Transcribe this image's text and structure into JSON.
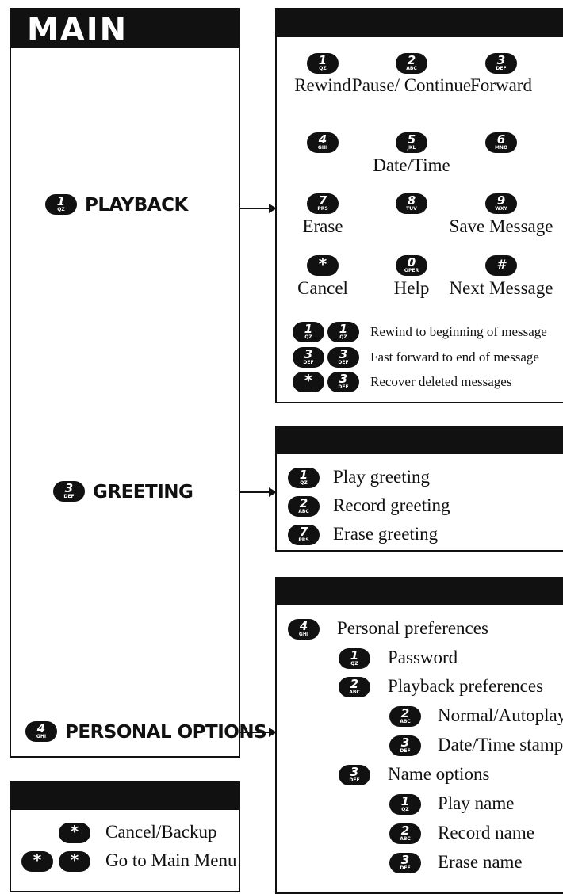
{
  "main_menu": {
    "title": "MAIN MENU",
    "items": [
      {
        "key": "1",
        "letters": "QZ",
        "label": "PLAYBACK"
      },
      {
        "key": "3",
        "letters": "DEF",
        "label": "GREETING"
      },
      {
        "key": "4",
        "letters": "GHI",
        "label": "PERSONAL OPTIONS"
      }
    ]
  },
  "playback_panel": {
    "keys": [
      {
        "key": "1",
        "letters": "QZ",
        "label": "Rewind"
      },
      {
        "key": "2",
        "letters": "ABC",
        "label": "Pause/ Continue"
      },
      {
        "key": "3",
        "letters": "DEF",
        "label": "Forward"
      },
      {
        "key": "4",
        "letters": "GHI",
        "label": ""
      },
      {
        "key": "5",
        "letters": "JKL",
        "label": "Date/Time"
      },
      {
        "key": "6",
        "letters": "MNO",
        "label": ""
      },
      {
        "key": "7",
        "letters": "PRS",
        "label": "Erase"
      },
      {
        "key": "8",
        "letters": "TUV",
        "label": ""
      },
      {
        "key": "9",
        "letters": "WXY",
        "label": "Save Message"
      },
      {
        "key": "*",
        "letters": "",
        "label": "Cancel"
      },
      {
        "key": "0",
        "letters": "OPER",
        "label": "Help"
      },
      {
        "key": "#",
        "letters": "",
        "label": "Next Message"
      }
    ],
    "combos": [
      {
        "keys": [
          {
            "key": "1",
            "letters": "QZ"
          },
          {
            "key": "1",
            "letters": "QZ"
          }
        ],
        "label": "Rewind to beginning of message"
      },
      {
        "keys": [
          {
            "key": "3",
            "letters": "DEF"
          },
          {
            "key": "3",
            "letters": "DEF"
          }
        ],
        "label": "Fast forward to end of message"
      },
      {
        "keys": [
          {
            "key": "*",
            "letters": ""
          },
          {
            "key": "3",
            "letters": "DEF"
          }
        ],
        "label": "Recover deleted messages"
      }
    ]
  },
  "greeting_panel": {
    "items": [
      {
        "key": "1",
        "letters": "QZ",
        "label": "Play greeting"
      },
      {
        "key": "2",
        "letters": "ABC",
        "label": "Record greeting"
      },
      {
        "key": "7",
        "letters": "PRS",
        "label": "Erase greeting"
      }
    ]
  },
  "personal_panel": {
    "items": [
      {
        "key": "4",
        "letters": "GHI",
        "label": "Personal preferences"
      },
      {
        "key": "1",
        "letters": "QZ",
        "label": "Password"
      },
      {
        "key": "2",
        "letters": "ABC",
        "label": "Playback preferences"
      },
      {
        "key": "2",
        "letters": "ABC",
        "label": "Normal/Autoplay"
      },
      {
        "key": "3",
        "letters": "DEF",
        "label": "Date/Time stamp"
      },
      {
        "key": "3",
        "letters": "DEF",
        "label": "Name options"
      },
      {
        "key": "1",
        "letters": "QZ",
        "label": "Play name"
      },
      {
        "key": "2",
        "letters": "ABC",
        "label": "Record name"
      },
      {
        "key": "3",
        "letters": "DEF",
        "label": "Erase name"
      }
    ]
  },
  "global_panel": {
    "items": [
      {
        "keys": [
          {
            "key": "*",
            "letters": ""
          }
        ],
        "label": "Cancel/Backup"
      },
      {
        "keys": [
          {
            "key": "*",
            "letters": ""
          },
          {
            "key": "*",
            "letters": ""
          }
        ],
        "label": "Go to Main Menu"
      }
    ]
  }
}
